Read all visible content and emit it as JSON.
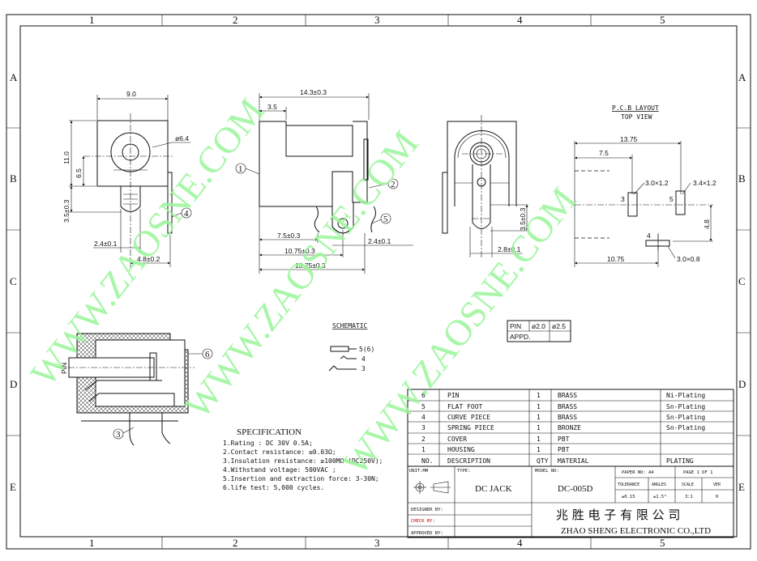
{
  "frame": {
    "columns": [
      "1",
      "2",
      "3",
      "4",
      "5"
    ],
    "rows": [
      "A",
      "B",
      "C",
      "D",
      "E"
    ]
  },
  "watermark": "WWW.ZAOSNE.COM",
  "front_view": {
    "width": "9.0",
    "height": "11.0",
    "center_height": "6.5",
    "pin_length": "3.5±0.3",
    "pin_width": "2.4±0.1",
    "foot_offset": "4.8±0.2",
    "hole_dia": "ø6.4",
    "callout_4": "4"
  },
  "side_view": {
    "length": "14.3±0.3",
    "step": "3.5",
    "d1": "7.5±0.3",
    "d2": "10.75±0.3",
    "d3": "13.75±0.3",
    "pin_width": "2.4±0.1",
    "callout_1": "1",
    "callout_2": "2",
    "callout_5": "5"
  },
  "rear_view": {
    "pin_length": "3.5±0.3",
    "pin_width": "2.8±0.1"
  },
  "pcb": {
    "title": "P.C.B LAYOUT",
    "subtitle": "TOP VIEW",
    "d_total": "13.75",
    "d_first": "7.5",
    "d_foot": "10.75",
    "d_offset": "4.8",
    "pad3": "3.0×1.2",
    "pad5": "3.4×1.2",
    "pad4": "3.0×0.8",
    "pad3_label": "3",
    "pad5_label": "5",
    "pad4_label": "4"
  },
  "pin_table": {
    "headers": [
      "PIN",
      "ø2.0",
      "ø2.5"
    ],
    "row": [
      "APPD.",
      "",
      ""
    ]
  },
  "schematic": {
    "title": "SCHEMATIC",
    "labels": [
      "5(6)",
      "4",
      "3"
    ]
  },
  "section_view": {
    "pin_label": "PIN",
    "callout_6": "6",
    "callout_3": "3"
  },
  "specification": {
    "title": "SPECIFICATION",
    "lines": [
      "1.Rating : DC 30V 0.5A;",
      "2.Contact resistance: ≤0.03Ω;",
      "3.Insulation resistance: ≥100MΩ (DC250V);",
      "4.Withstand voltage: 500VAC ;",
      "5.Insertion and extraction force: 3-30N;",
      "6.life test: 5,000 cycles."
    ]
  },
  "bom": {
    "rows": [
      {
        "no": "6",
        "desc": "PIN",
        "qty": "1",
        "material": "BRASS",
        "plating": "Ni-Plating"
      },
      {
        "no": "5",
        "desc": "FLAT FOOT",
        "qty": "1",
        "material": "BRASS",
        "plating": "Sn-Plating"
      },
      {
        "no": "4",
        "desc": "CURVE PIECE",
        "qty": "1",
        "material": "BRASS",
        "plating": "Sn-Plating"
      },
      {
        "no": "3",
        "desc": "SPRING PIECE",
        "qty": "1",
        "material": "BRONZE",
        "plating": "Sn-Plating"
      },
      {
        "no": "2",
        "desc": "COVER",
        "qty": "1",
        "material": "PBT",
        "plating": ""
      },
      {
        "no": "1",
        "desc": "HOUSING",
        "qty": "1",
        "material": "PBT",
        "plating": ""
      }
    ],
    "header": {
      "no": "NO.",
      "desc": "DESCRIPTION",
      "qty": "QTY",
      "material": "MATERIAL",
      "plating": "PLATING"
    }
  },
  "title_block": {
    "unit": "UNIT:MM",
    "type_label": "TYPE:",
    "type": "DC  JACK",
    "model_label": "MODEL NO:",
    "model": "DC-005D",
    "paper": "PAPER NO: A4",
    "page": "PAGE 1 OF 1",
    "tolerance_label": "TOLERANCE",
    "angles_label": "ANGLES",
    "scale_label": "SCALE",
    "ver_label": "VER",
    "tolerance": "±0.15",
    "angles": "±1.5°",
    "scale": "3:1",
    "ver": "0",
    "designer": "DESIGNER BY:",
    "check": "CHECK    BY:",
    "approved": "APPROVED BY:",
    "company_cn": "兆 胜 电 子 有 限 公 司",
    "company_en": "ZHAO SHENG ELECTRONIC CO.,LTD"
  }
}
